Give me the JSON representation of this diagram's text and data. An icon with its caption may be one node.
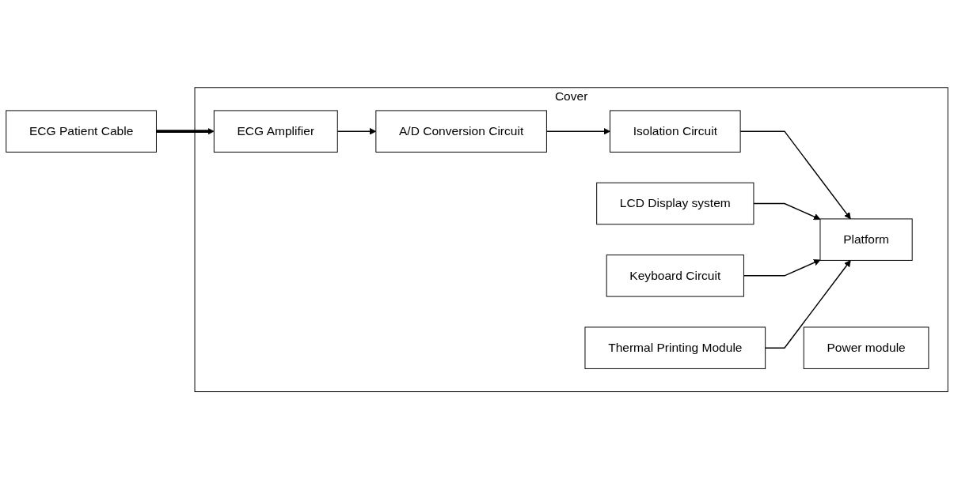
{
  "diagram": {
    "nodes": [
      {
        "text": [
          "ECG Patient Cable"
        ]
      },
      {
        "text": [
          "Cover"
        ]
      },
      {
        "text": [
          "LCD Display system"
        ],
        "in": 1
      },
      {
        "text": [
          "ECG Amplifier"
        ],
        "in": 1
      },
      {
        "text": [
          "A/D Conversion Circuit"
        ],
        "in": 1
      },
      {
        "text": [
          "Isolation Circuit"
        ],
        "in": 1
      },
      {
        "text": [
          "Platform"
        ],
        "in": 1
      },
      {
        "text": [
          "Keyboard Circuit"
        ],
        "in": 1
      },
      {
        "text": [
          "Power module"
        ],
        "in": 1
      },
      {
        "text": [
          "Thermal Printing Module"
        ],
        "in": 1
      }
    ],
    "edges": [
      {
        "from": 0,
        "to": 3,
        "arrow": "to",
        "style": "thick"
      },
      {
        "from": 3,
        "to": 4,
        "arrow": "to"
      },
      {
        "from": 4,
        "to": 5,
        "arrow": "to"
      },
      {
        "from": 5,
        "to": 6,
        "arrow": "to"
      },
      {
        "from": 2,
        "to": 6,
        "arrow": "to"
      },
      {
        "from": 7,
        "to": 6,
        "arrow": "to"
      },
      {
        "from": 9,
        "to": 6,
        "arrow": "to"
      }
    ]
  }
}
